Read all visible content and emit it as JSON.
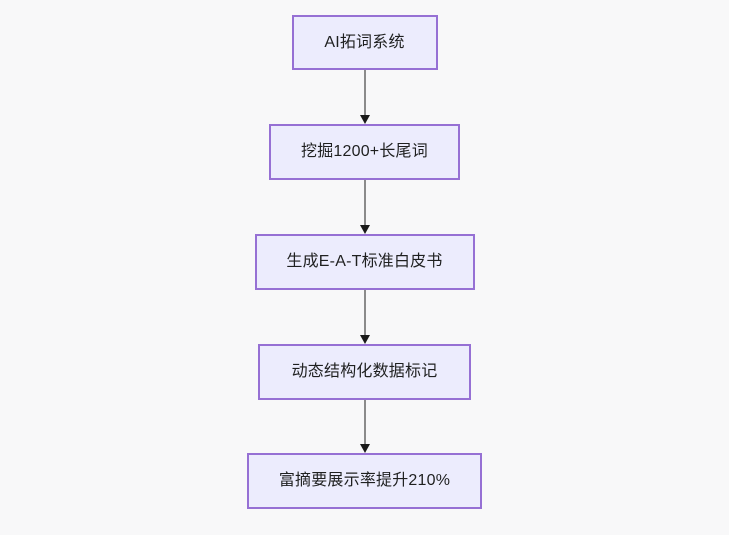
{
  "diagram": {
    "type": "flowchart",
    "orientation": "top-to-bottom",
    "background_color": "#f8f8f9",
    "node_fill_color": "#ececfd",
    "node_border_color": "#9670d4",
    "node_text_color": "#1f2020",
    "connector_line_color": "#8b8b8b",
    "arrowhead_color": "#1a1a1a",
    "nodes": [
      {
        "id": "node-1",
        "label": "AI拓词系统"
      },
      {
        "id": "node-2",
        "label": "挖掘1200+长尾词"
      },
      {
        "id": "node-3",
        "label": "生成E-A-T标准白皮书"
      },
      {
        "id": "node-4",
        "label": "动态结构化数据标记"
      },
      {
        "id": "node-5",
        "label": "富摘要展示率提升210%"
      }
    ],
    "edges": [
      {
        "id": "edge-1",
        "from": "node-1",
        "to": "node-2",
        "label": ""
      },
      {
        "id": "edge-2",
        "from": "node-2",
        "to": "node-3",
        "label": ""
      },
      {
        "id": "edge-3",
        "from": "node-3",
        "to": "node-4",
        "label": ""
      },
      {
        "id": "edge-4",
        "from": "node-4",
        "to": "node-5",
        "label": ""
      }
    ]
  }
}
